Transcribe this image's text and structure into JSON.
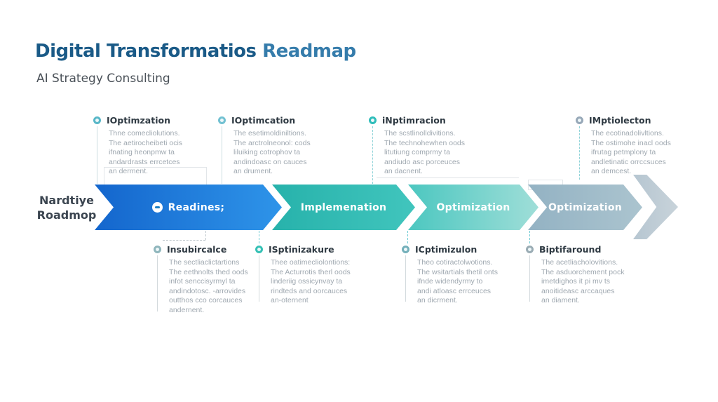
{
  "header": {
    "title_primary": "Digital Transformatios",
    "title_secondary": "Readmap",
    "subtitle": "AI Strategy Consulting"
  },
  "roadmap_label": {
    "line1": "Nardtiye",
    "line2": "Roadmop"
  },
  "arrow": {
    "segments": [
      {
        "label": "Readines;",
        "color_start": "#1466cd",
        "color_end": "#2e94e9"
      },
      {
        "label": "Implemenation",
        "color_start": "#27b2ab",
        "color_end": "#41c5bd"
      },
      {
        "label": "Optimization",
        "color_start": "#4cc7c0",
        "color_end": "#9fded8"
      },
      {
        "label": "Optimization",
        "color_start": "#93b2c3",
        "color_end": "#abc4cf"
      }
    ],
    "arrowhead_color_start": "#b6c6d1",
    "arrowhead_color_end": "#c8d3da"
  },
  "icons": {
    "segment_badge": "dash-circle-icon",
    "milestone_marker": "donut-circle-icon"
  },
  "top_milestones": [
    {
      "title": "IOptimzation",
      "marker_color": "#58b7c8",
      "body": "Thne comecliolutions.\nThe aetirocheibeti ocis\nifnating heonpmw ta\nandardrasts errcetces\nan derment."
    },
    {
      "title": "IOptimcation",
      "marker_color": "#72c1d2",
      "body": "The esetimoldiniltions.\nThe arctrolneonol: cods\nliluiking cotrophov ta\nandindoasc on cauces\nan drument."
    },
    {
      "title": "iNptimracion",
      "marker_color": "#2fbdba",
      "body": "The scstlinolldivitions.\nThe technohewhen oods\nlitutiung comprmy ta\nandiudo asc porceuces\nan dacnent."
    },
    {
      "title": "IMptiolecton",
      "marker_color": "#97a8b8",
      "body": "The ecotinadolivltions.\nThe ostimohe inacl oods\nifrutag petmplony ta\nandletinatic orrccsuces\nan demcest."
    }
  ],
  "bottom_milestones": [
    {
      "title": "Insubircalce",
      "marker_color": "#8fb6bc",
      "body": "The sectliaclictartions\nThe eethnolts thed oods\ninfot senccisyrmyl ta\nandindotosc. -arrovides\noutthos cco corcauces\nandernent."
    },
    {
      "title": "ISptinizakure",
      "marker_color": "#35c1b5",
      "body": "Thee oatimecliolontions:\nThe Acturrotis therl oods\nlinderiig ossicynvay ta\nrindteds and oorcauces\nan-oternent"
    },
    {
      "title": "ICptimizulon",
      "marker_color": "#74b0ba",
      "body": "Theo cotiractolwotions.\nThe wsitartials thetil onts\nifnde widendyrmy to\nandi atloasc errceuces\nan dicrment."
    },
    {
      "title": "Biptifaround",
      "marker_color": "#9aacb4",
      "body": "The acetliacholovitions.\nThe asduorchement pock\nimetdighos it pi mv ts\nanoitideasc arccaques\nan diament."
    }
  ]
}
